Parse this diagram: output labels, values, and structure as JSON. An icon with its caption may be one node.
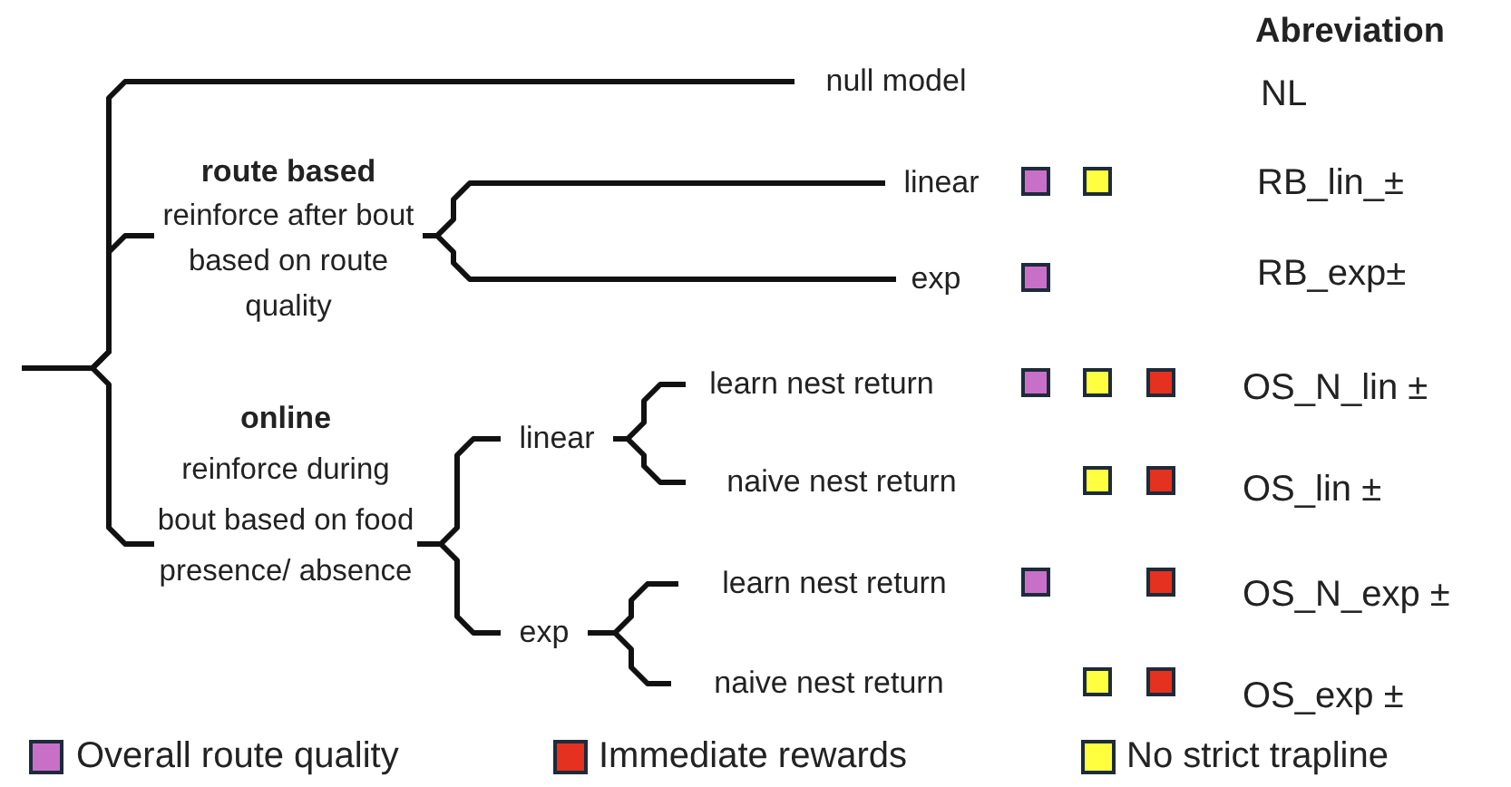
{
  "diagram": {
    "nodes": [
      {
        "text": [
          "null model"
        ]
      },
      {
        "text": [
          "route based",
          "reinforce  after bout based on route quality"
        ]
      },
      {
        "text": [
          "linear"
        ]
      },
      {
        "text": [
          "exp"
        ]
      },
      {
        "text": [
          "online",
          "reinforce during bout based on food presence/ absence"
        ]
      },
      {
        "text": [
          "linear"
        ]
      },
      {
        "text": [
          "exp"
        ]
      },
      {
        "text": [
          "learn nest return"
        ]
      },
      {
        "text": [
          "naive nest return"
        ]
      },
      {
        "text": [
          "learn nest return"
        ]
      },
      {
        "text": [
          "naive nest return"
        ]
      }
    ],
    "edges": [
      {
        "from": null,
        "to": 0,
        "arrow": "none"
      },
      {
        "from": null,
        "to": 1,
        "arrow": "none"
      },
      {
        "from": null,
        "to": 4,
        "arrow": "none"
      },
      {
        "from": 1,
        "to": 2,
        "arrow": "none"
      },
      {
        "from": 1,
        "to": 3,
        "arrow": "none"
      },
      {
        "from": 4,
        "to": 5,
        "arrow": "none"
      },
      {
        "from": 4,
        "to": 6,
        "arrow": "none"
      },
      {
        "from": 5,
        "to": 7,
        "arrow": "none"
      },
      {
        "from": 5,
        "to": 8,
        "arrow": "none"
      },
      {
        "from": 6,
        "to": 9,
        "arrow": "none"
      },
      {
        "from": 6,
        "to": 10,
        "arrow": "none"
      }
    ],
    "labels": [
      "Abreviation",
      "NL",
      "RB_lin_±",
      "RB_exp±",
      "OS_N_lin ±",
      "OS_lin ±",
      "OS_N_exp ±",
      "OS_exp ±"
    ],
    "legend": [
      {
        "text": "Overall route quality",
        "color": "#c870c8"
      },
      {
        "text": "Immediate rewards",
        "color": "#e5311f"
      },
      {
        "text": "No strict trapline",
        "color": "#ffff40"
      }
    ]
  }
}
